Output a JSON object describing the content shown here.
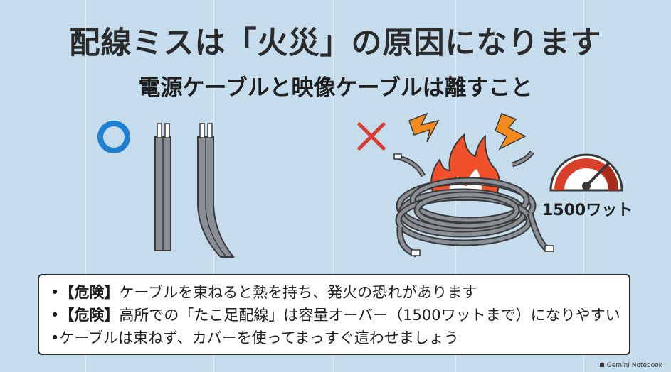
{
  "title": "配線ミスは「火災」の原因になります",
  "subtitle": "電源ケーブルと映像ケーブルは離すこと",
  "good_mark": "circle-icon",
  "bad_mark": "cross-icon",
  "wattage_label": "1500ワット",
  "notes": [
    {
      "bullet": "•",
      "tag": "【危険】",
      "text": "ケーブルを束ねると熱を持ち、発火の恐れがあります"
    },
    {
      "bullet": "•",
      "tag": "【危険】",
      "text": "高所での「たこ足配線」は容量オーバー（1500ワットまで）になりやすい"
    },
    {
      "bullet": "•",
      "tag": "",
      "text": "ケーブルは束ねず、カバーを使ってまっすぐ這わせましょう"
    }
  ],
  "footer": "Gemini Notebook",
  "colors": {
    "background": "#c4dcec",
    "good": "#1f7fd0",
    "bad": "#d83a2e",
    "cable": "#8a8f96",
    "flame": "#f0502a",
    "spark": "#f28a1e",
    "gauge": "#d8402a"
  }
}
